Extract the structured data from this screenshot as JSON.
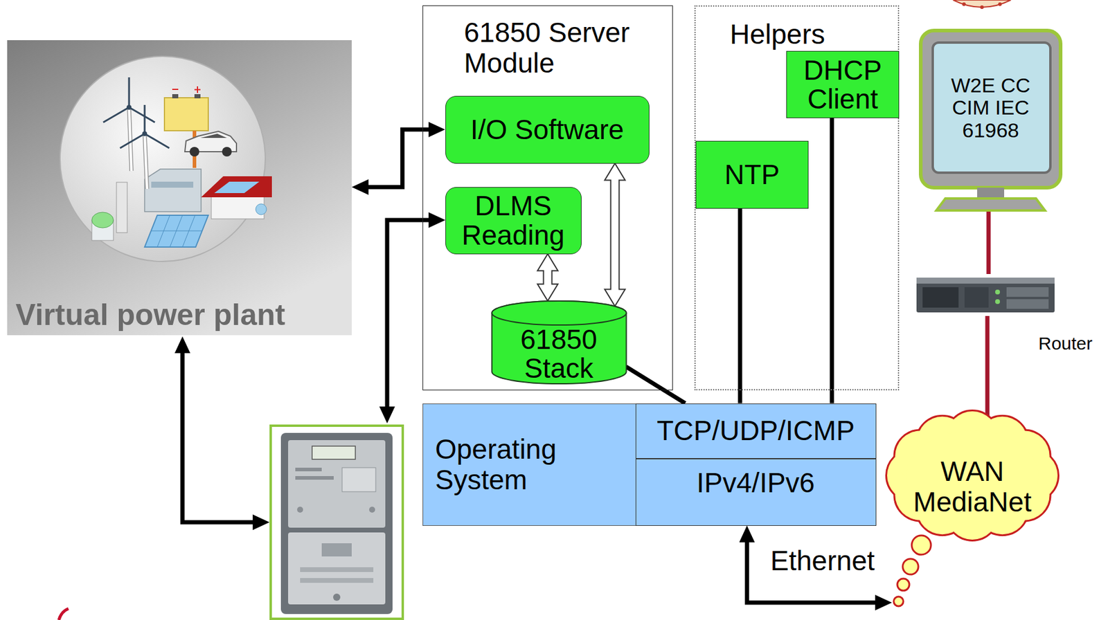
{
  "diagram": {
    "nodes": [
      {
        "text": [
          "Virtual power plant"
        ]
      },
      {
        "text": [
          "61850 Server Module"
        ]
      },
      {
        "text": [
          "I/O Software"
        ],
        "in": 1
      },
      {
        "text": [
          "DLMS Reading"
        ],
        "in": 1
      },
      {
        "text": [
          "61850 Stack"
        ],
        "in": 1
      },
      {
        "text": [
          "Helpers"
        ]
      },
      {
        "text": [
          "DHCP Client"
        ],
        "in": 5
      },
      {
        "text": [
          "NTP"
        ],
        "in": 5
      },
      {
        "text": [
          "W2E CC CIM IEC 61968"
        ]
      },
      {
        "text": [
          "Router"
        ]
      },
      {
        "text": [
          "Operating System"
        ]
      },
      {
        "text": [
          "TCP/UDP/ICMP"
        ],
        "in": 10
      },
      {
        "text": [
          "IPv4/IPv6"
        ],
        "in": 10
      },
      {
        "text": [
          "WAN MediaNet"
        ]
      }
    ],
    "edges": [
      {
        "from": 0,
        "to": 2,
        "arrow": "both"
      },
      {
        "from": 3,
        "to": 4,
        "arrow": "both"
      },
      {
        "from": 2,
        "to": 4,
        "arrow": "both"
      },
      {
        "from": 4,
        "to": 11,
        "arrow": "none"
      },
      {
        "from": 7,
        "to": 11,
        "arrow": "none"
      },
      {
        "from": 6,
        "to": 11,
        "arrow": "none"
      },
      {
        "from": 8,
        "to": 9,
        "arrow": "none"
      },
      {
        "from": 9,
        "to": 13,
        "arrow": "none"
      },
      {
        "from": 12,
        "to": 13,
        "arrow": "both",
        "label": "Ethernet"
      }
    ]
  }
}
